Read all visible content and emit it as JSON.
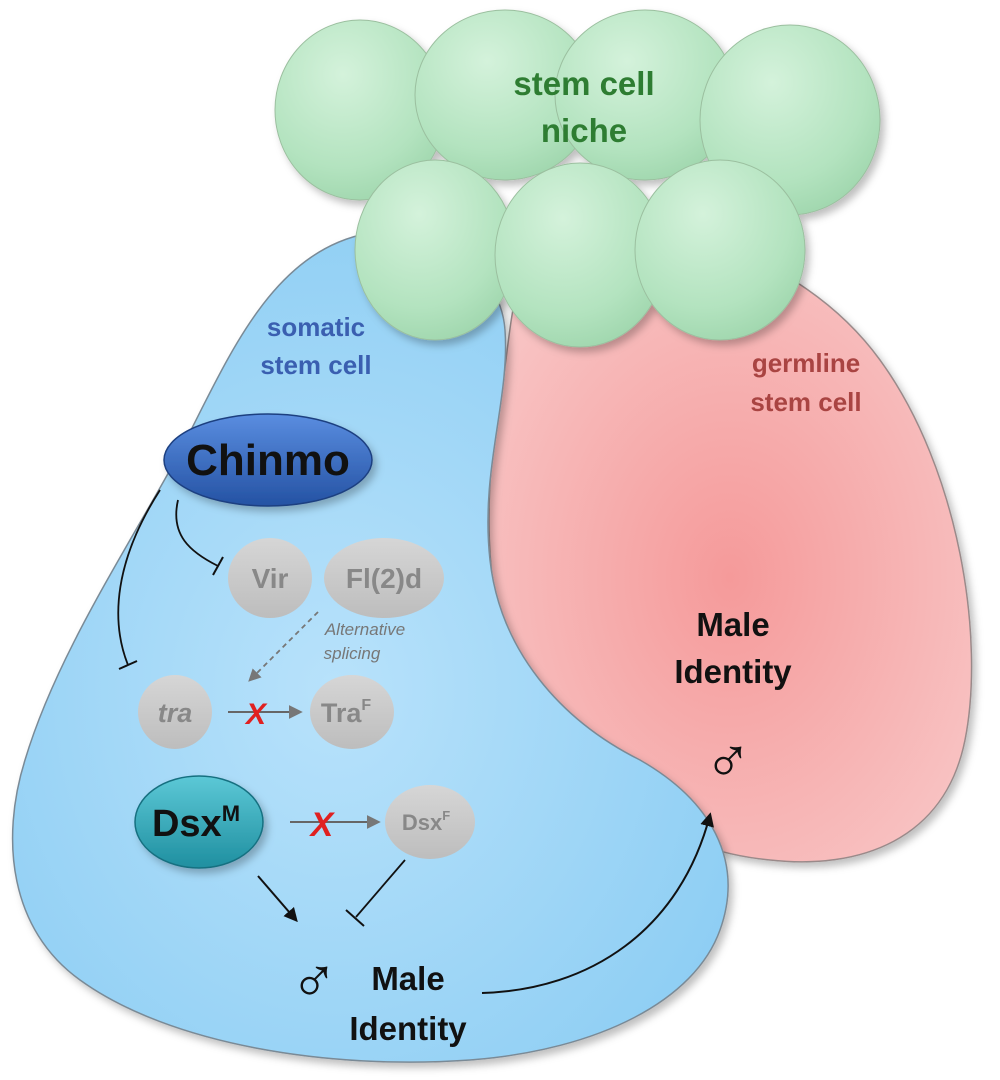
{
  "niche": {
    "line1": "stem cell",
    "line2": "niche"
  },
  "somatic": {
    "line1": "somatic",
    "line2": "stem cell"
  },
  "germline": {
    "line1": "germline",
    "line2": "stem cell"
  },
  "nodes": {
    "chinmo": "Chinmo",
    "vir": "Vir",
    "fl2d": "Fl(2)d",
    "tra": "tra",
    "tra_f": "Tra",
    "tra_f_sup": "F",
    "dsx_m": "Dsx",
    "dsx_m_sup": "M",
    "dsx_f": "Dsx",
    "dsx_f_sup": "F"
  },
  "labels": {
    "alt_splicing_1": "Alternative",
    "alt_splicing_2": "splicing",
    "block_mark_1": "X",
    "block_mark_2": "X"
  },
  "outcome_somatic": {
    "line1": "Male",
    "line2": "Identity",
    "symbol": "♂"
  },
  "outcome_germline": {
    "line1": "Male",
    "line2": "Identity",
    "symbol": "♂"
  },
  "colors": {
    "somatic_fill": "#9fd6f7",
    "germline_fill": "#f6a7a7",
    "niche_fill": "#b8e6c4",
    "chinmo_fill": "#2f66b8",
    "dsxm_fill": "#2ea9b8",
    "grey_node": "#c8c8c8",
    "niche_text": "#2e7d32",
    "somatic_text": "#3a5fb0",
    "germline_text": "#a94442",
    "block_red": "#e02020"
  }
}
